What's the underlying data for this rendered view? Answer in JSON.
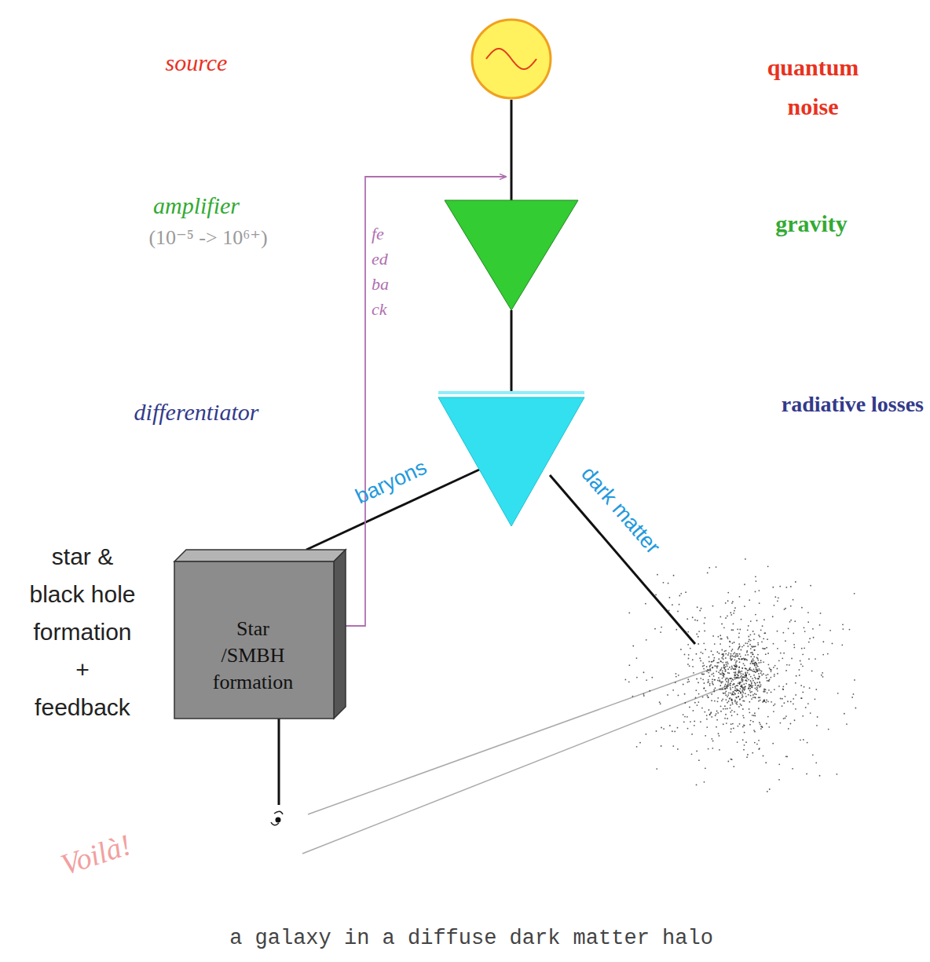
{
  "diagram": {
    "caption": "a galaxy in a diffuse dark matter halo",
    "nodes": [
      {
        "text": [
          "source",
          "quantum noise"
        ]
      },
      {
        "text": [
          "amplifier",
          "(10⁻⁵ -> 10⁶⁺)",
          "gravity"
        ]
      },
      {
        "text": [
          "differentiator",
          "radiative losses"
        ]
      },
      {
        "text": [
          "Star /SMBH formation",
          "star & black hole formation + feedback"
        ]
      }
    ],
    "edges": [
      {
        "from": 0,
        "to": 1,
        "arrow": "none"
      },
      {
        "from": 1,
        "to": 2,
        "arrow": "none"
      },
      {
        "from": 2,
        "to": 3,
        "label": "baryons",
        "arrow": "none"
      },
      {
        "from": 3,
        "to": 1,
        "label": "feedback",
        "arrow": "to"
      }
    ],
    "labels": [
      "dark matter",
      "Voilà!"
    ]
  }
}
